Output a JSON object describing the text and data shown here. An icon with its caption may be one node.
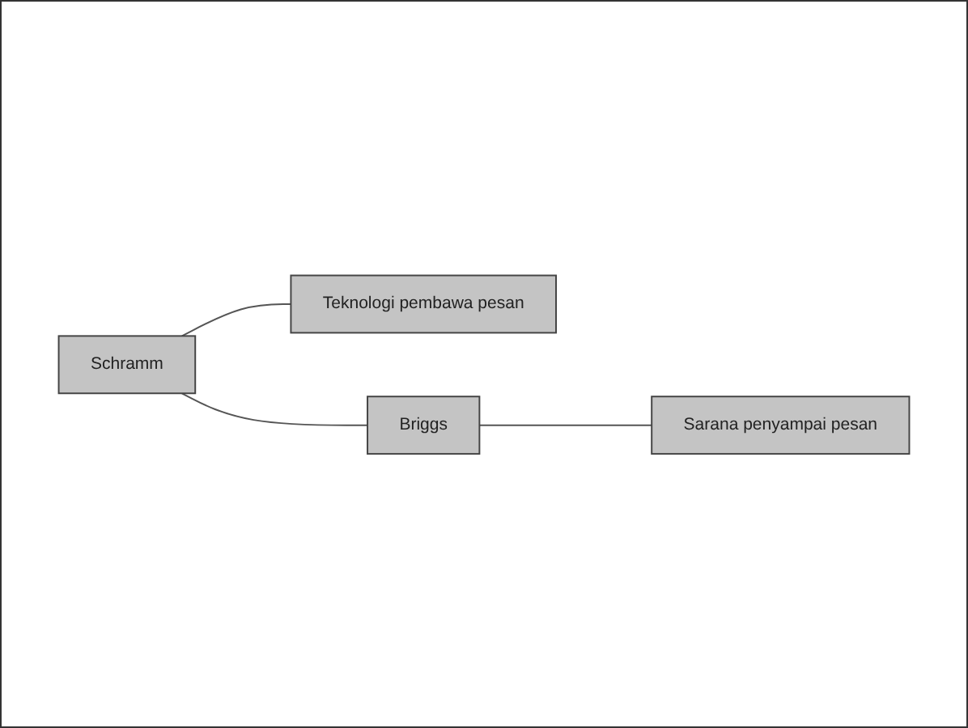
{
  "diagram": {
    "nodes": [
      {
        "text": [
          "Schramm"
        ]
      },
      {
        "text": [
          "Teknologi pembawa pesan"
        ]
      },
      {
        "text": [
          "Briggs"
        ]
      },
      {
        "text": [
          "Sarana penyampai pesan"
        ]
      }
    ],
    "edges": [
      {
        "from": 0,
        "to": 1,
        "arrow": "none"
      },
      {
        "from": 0,
        "to": 2,
        "arrow": "none"
      },
      {
        "from": 2,
        "to": 3,
        "arrow": "none"
      }
    ]
  }
}
